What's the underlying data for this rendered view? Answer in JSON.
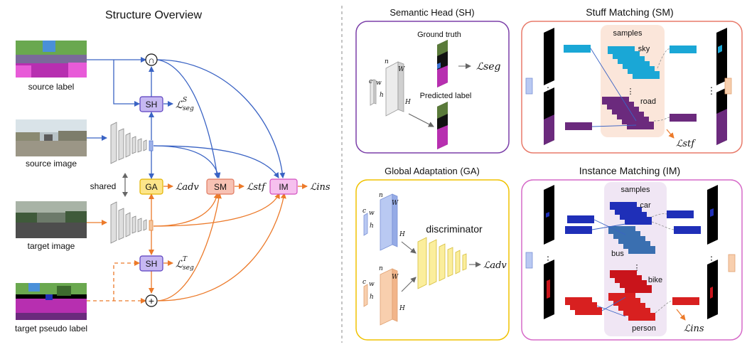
{
  "overview": {
    "title": "Structure Overview",
    "inputs": {
      "source_label": "source label",
      "source_image": "source image",
      "target_image": "target image",
      "target_pseudo_label": "target pseudo label"
    },
    "shared_label": "shared",
    "intersect_symbol": "∩",
    "plus_symbol": "+",
    "modules": {
      "sh": "SH",
      "ga": "GA",
      "sm": "SM",
      "im": "IM"
    },
    "losses": {
      "seg_s_base": "ℒ",
      "seg_s_sup": "S",
      "seg_s_sub": "seg",
      "adv": "ℒadv",
      "stf": "ℒstf",
      "ins": "ℒins",
      "seg_t_base": "ℒ",
      "seg_t_sup": "T",
      "seg_t_sub": "seg"
    }
  },
  "panels": {
    "sh": {
      "title": "Semantic Head (SH)",
      "ground_truth": "Ground truth",
      "predicted": "Predicted label",
      "loss": "ℒseg",
      "dims": {
        "n": "n",
        "W": "W",
        "H": "H",
        "c": "c",
        "w": "w",
        "h": "h"
      }
    },
    "ga": {
      "title": "Global Adaptation (GA)",
      "discriminator": "discriminator",
      "loss": "ℒadv",
      "dims": {
        "n": "n",
        "W": "W",
        "H": "H",
        "c": "c",
        "w": "w",
        "h": "h"
      }
    },
    "sm": {
      "title": "Stuff Matching (SM)",
      "samples": "samples",
      "classes": [
        "sky",
        "road"
      ],
      "loss": "ℒstf"
    },
    "im": {
      "title": "Instance Matching (IM)",
      "samples": "samples",
      "classes": [
        "car",
        "bus",
        "bike",
        "person"
      ],
      "loss": "ℒins"
    }
  },
  "colors": {
    "blue_flow": "#3a63c4",
    "orange_flow": "#ec7a2a",
    "sh_fill": "#c6b8f2",
    "sh_stroke": "#5a3fbf",
    "ga_fill": "#fde58a",
    "ga_stroke": "#e2b400",
    "sm_fill": "#f7c2b4",
    "sm_stroke": "#e07a60",
    "im_fill": "#f6c0ee",
    "im_stroke": "#d24fc0",
    "sh_panel_border": "#7b3fa8",
    "ga_panel_border": "#f0c200",
    "sm_panel_border": "#e87a6a",
    "im_panel_border": "#d66ac8",
    "sky_block": "#1aa7d6",
    "road_block": "#6b2a7d",
    "car_block": "#1f2fb8",
    "bus_block": "#3a6fb0",
    "bike_block": "#c9141b",
    "person_block": "#d82020"
  }
}
